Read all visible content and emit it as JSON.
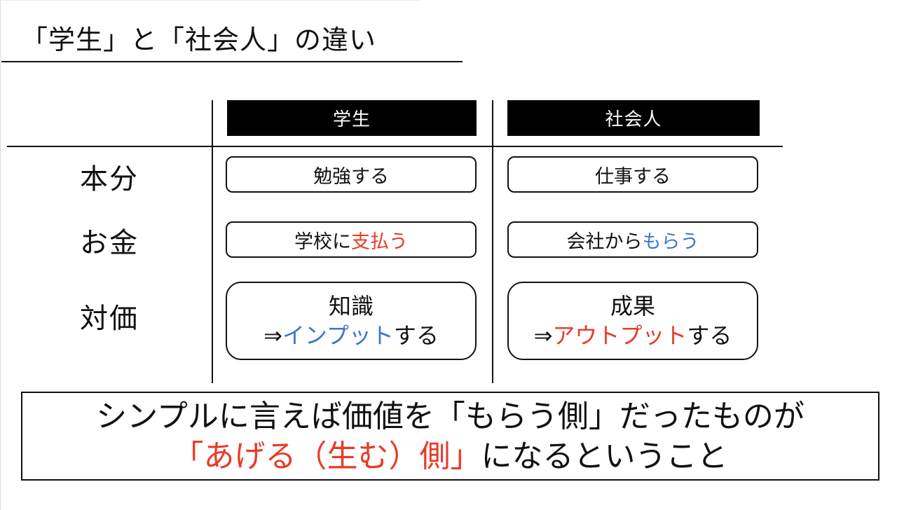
{
  "title": {
    "text": "「学生」と「社会人」の違い"
  },
  "table": {
    "column_headers": [
      {
        "label": "学生"
      },
      {
        "label": "社会人"
      }
    ],
    "rows": [
      {
        "label": "本分",
        "student": {
          "segments": [
            {
              "text": "勉強する",
              "color": "#111111"
            }
          ]
        },
        "shakaijin": {
          "segments": [
            {
              "text": "仕事する",
              "color": "#111111"
            }
          ]
        }
      },
      {
        "label": "お金",
        "student": {
          "segments": [
            {
              "text": "学校に",
              "color": "#111111"
            },
            {
              "text": "支払う",
              "color": "#ea3a28"
            }
          ]
        },
        "shakaijin": {
          "segments": [
            {
              "text": "会社から",
              "color": "#111111"
            },
            {
              "text": "もらう",
              "color": "#3b76d2"
            }
          ]
        }
      },
      {
        "label": "対価",
        "student": {
          "line1": "知識",
          "segments": [
            {
              "text": "⇒",
              "color": "#111111"
            },
            {
              "text": "インプット",
              "color": "#3b76d2"
            },
            {
              "text": "する",
              "color": "#111111"
            }
          ]
        },
        "shakaijin": {
          "line1": "成果",
          "segments": [
            {
              "text": "⇒",
              "color": "#111111"
            },
            {
              "text": "アウトプット",
              "color": "#ea3a28"
            },
            {
              "text": "する",
              "color": "#111111"
            }
          ]
        }
      }
    ]
  },
  "conclusion": {
    "line1": "シンプルに言えば価値を「もらう側」だったものが",
    "line2_segments": [
      {
        "text": "「あげる（生む）側」",
        "color": "#ea3a28"
      },
      {
        "text": "になるということ",
        "color": "#111111"
      }
    ]
  },
  "colors": {
    "text_black": "#111111",
    "accent_red": "#ea3a28",
    "accent_blue": "#3b76d2",
    "header_bg": "#000000",
    "header_text": "#ffffff"
  }
}
